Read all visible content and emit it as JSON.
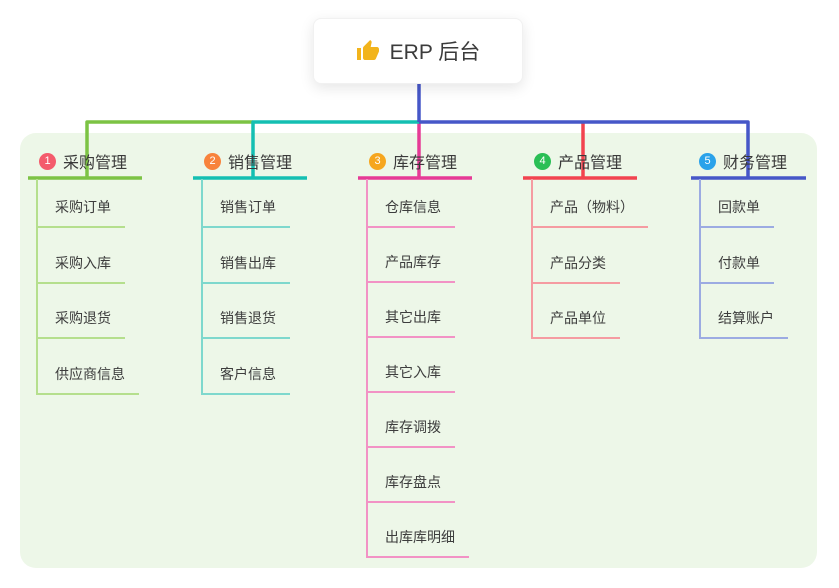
{
  "root": {
    "label": "ERP 后台",
    "icon": "thumbs-up-icon"
  },
  "canvas": {
    "background": "#ffffff",
    "board_background": "#edf7e8"
  },
  "branches": [
    {
      "number": "1",
      "label": "采购管理",
      "color": "#7cc344",
      "light_color": "#b5df8d",
      "badge_color": "#f45b6c",
      "children": [
        "采购订单",
        "采购入库",
        "采购退货",
        "供应商信息"
      ]
    },
    {
      "number": "2",
      "label": "销售管理",
      "color": "#14bfb2",
      "light_color": "#7ed8cd",
      "badge_color": "#f8833c",
      "children": [
        "销售订单",
        "销售出库",
        "销售退货",
        "客户信息"
      ]
    },
    {
      "number": "3",
      "label": "库存管理",
      "color": "#e63a96",
      "light_color": "#f292c5",
      "badge_color": "#f6a61e",
      "children": [
        "仓库信息",
        "产品库存",
        "其它出库",
        "其它入库",
        "库存调拨",
        "库存盘点",
        "出库库明细"
      ]
    },
    {
      "number": "4",
      "label": "产品管理",
      "color": "#f2434f",
      "light_color": "#f59ba1",
      "badge_color": "#2abf55",
      "children": [
        "产品（物料）",
        "产品分类",
        "产品单位"
      ]
    },
    {
      "number": "5",
      "label": "财务管理",
      "color": "#4657c8",
      "light_color": "#9cabe2",
      "badge_color": "#2aa2ea",
      "children": [
        "回款单",
        "付款单",
        "结算账户"
      ]
    }
  ]
}
